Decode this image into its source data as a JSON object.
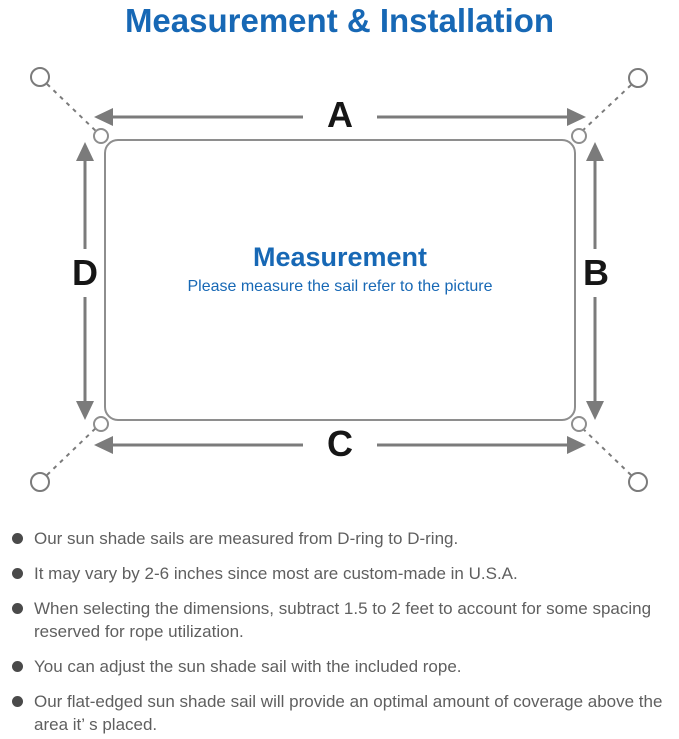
{
  "page_title": "Measurement & Installation",
  "colors": {
    "accent_blue": "#1768b5",
    "diagram_line_gray": "#7b7b7b",
    "sail_outline_gray": "#8e8e8e",
    "dimension_label_black": "#161616",
    "note_text_gray": "#5f5f5f"
  },
  "diagram": {
    "sail_label": "Measurement",
    "sail_sublabel": "Please measure the sail refer to the picture",
    "dimension_labels": {
      "top": "A",
      "right": "B",
      "bottom": "C",
      "left": "D"
    }
  },
  "notes": [
    "Our sun shade sails are measured from D-ring to D-ring.",
    "It may vary by 2-6 inches since most are custom-made in U.S.A.",
    "When selecting the dimensions, subtract 1.5 to 2 feet to account for some spacing reserved for rope utilization.",
    "You can adjust the sun shade sail with the included rope.",
    "Our flat-edged sun shade sail will provide an optimal amount of coverage above the area it’ s placed."
  ]
}
